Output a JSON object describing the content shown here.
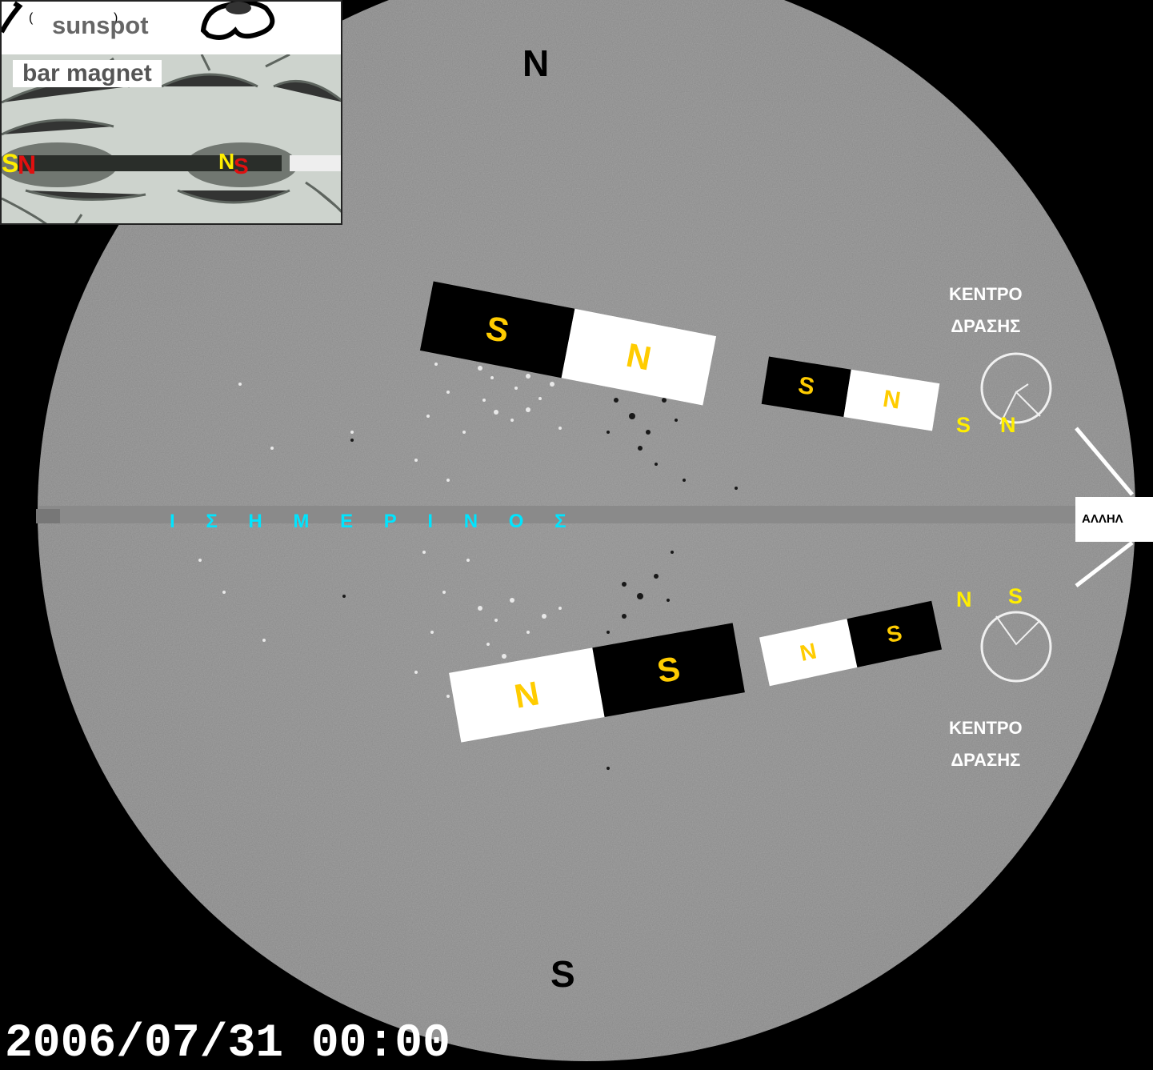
{
  "poles": {
    "north": "N",
    "south": "S"
  },
  "equator_label": "Ι Σ Η Μ Ε Ρ Ι Ν Ο Σ",
  "active_region_label_line1": "ΚΕΝΤΡΟ",
  "active_region_label_line2": "ΔΡΑΣΗΣ",
  "callout_text": "ΑΛΛΗΛ",
  "timestamp": "2006/07/31 00:00",
  "inset": {
    "sunspot_label": "sunspot",
    "paren_left": "(",
    "paren_right": ")",
    "bar_magnet_label": "bar magnet",
    "left_pair": [
      "S",
      "N"
    ],
    "right_pair": [
      "N",
      "S"
    ]
  },
  "magnets": {
    "upper_large": [
      "S",
      "N"
    ],
    "upper_small": [
      "S",
      "N"
    ],
    "lower_large": [
      "N",
      "S"
    ],
    "lower_small": [
      "N",
      "S"
    ]
  },
  "region_pairs": {
    "upper": [
      "S",
      "N"
    ],
    "lower": [
      "N",
      "S"
    ]
  },
  "colors": {
    "disk": "#8a8a8a",
    "equator": "#00E5FF",
    "pole_letters": "#FFCC00",
    "region_letters": "#FFEE00",
    "inset_red": "#E01010"
  }
}
